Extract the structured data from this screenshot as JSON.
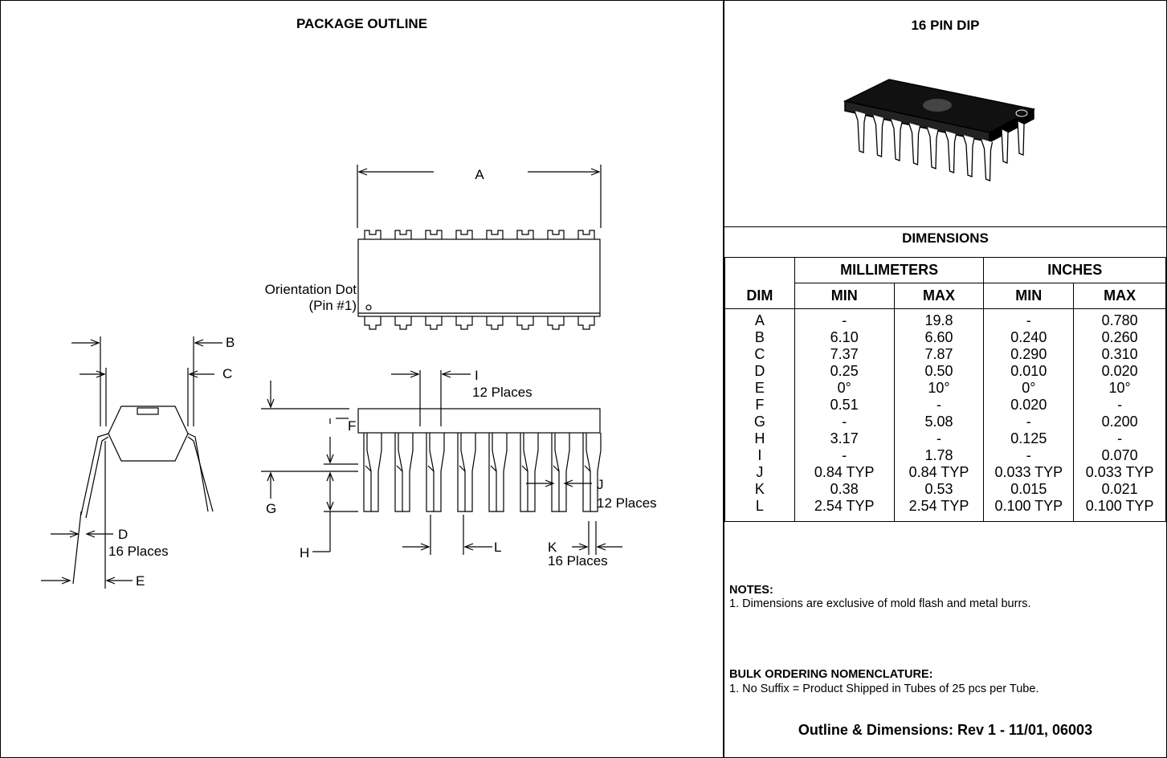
{
  "outline": {
    "title": "PACKAGE OUTLINE",
    "labels": {
      "a": "A",
      "b": "B",
      "c": "C",
      "d": "D",
      "e": "E",
      "f": "F",
      "g": "G",
      "h": "H",
      "i": "I",
      "j": "J",
      "k": "K",
      "l": "L",
      "orientation_dot": "Orientation Dot",
      "pin1": "(Pin #1)",
      "twelve_places": "12 Places",
      "sixteen_places": "16 Places"
    }
  },
  "package": {
    "title": "16 PIN DIP"
  },
  "dimensions": {
    "title": "DIMENSIONS",
    "headers": {
      "millimeters": "MILLIMETERS",
      "inches": "INCHES",
      "dim": "DIM",
      "min": "MIN",
      "max": "MAX"
    },
    "rows": [
      {
        "dim": "A",
        "mm_min": "-",
        "mm_max": "19.8",
        "in_min": "-",
        "in_max": "0.780"
      },
      {
        "dim": "B",
        "mm_min": "6.10",
        "mm_max": "6.60",
        "in_min": "0.240",
        "in_max": "0.260"
      },
      {
        "dim": "C",
        "mm_min": "7.37",
        "mm_max": "7.87",
        "in_min": "0.290",
        "in_max": "0.310"
      },
      {
        "dim": "D",
        "mm_min": "0.25",
        "mm_max": "0.50",
        "in_min": "0.010",
        "in_max": "0.020"
      },
      {
        "dim": "E",
        "mm_min": "0°",
        "mm_max": "10°",
        "in_min": "0°",
        "in_max": "10°"
      },
      {
        "dim": "F",
        "mm_min": "0.51",
        "mm_max": "-",
        "in_min": "0.020",
        "in_max": "-"
      },
      {
        "dim": "G",
        "mm_min": "-",
        "mm_max": "5.08",
        "in_min": "-",
        "in_max": "0.200"
      },
      {
        "dim": "H",
        "mm_min": "3.17",
        "mm_max": "-",
        "in_min": "0.125",
        "in_max": "-"
      },
      {
        "dim": "I",
        "mm_min": "-",
        "mm_max": "1.78",
        "in_min": "-",
        "in_max": "0.070"
      },
      {
        "dim": "J",
        "mm_min": "0.84 TYP",
        "mm_max": "0.84 TYP",
        "in_min": "0.033 TYP",
        "in_max": "0.033 TYP"
      },
      {
        "dim": "K",
        "mm_min": "0.38",
        "mm_max": "0.53",
        "in_min": "0.015",
        "in_max": "0.021"
      },
      {
        "dim": "L",
        "mm_min": "2.54 TYP",
        "mm_max": "2.54 TYP",
        "in_min": "0.100 TYP",
        "in_max": "0.100 TYP"
      }
    ]
  },
  "notes": {
    "title": "NOTES:",
    "items": [
      "1.  Dimensions are exclusive of mold flash and metal burrs."
    ]
  },
  "bulk": {
    "title": "BULK ORDERING NOMENCLATURE:",
    "items": [
      "1. No Suffix  =  Product Shipped in Tubes of 25 pcs per Tube."
    ]
  },
  "revision": "Outline & Dimensions: Rev 1 - 11/01, 06003"
}
